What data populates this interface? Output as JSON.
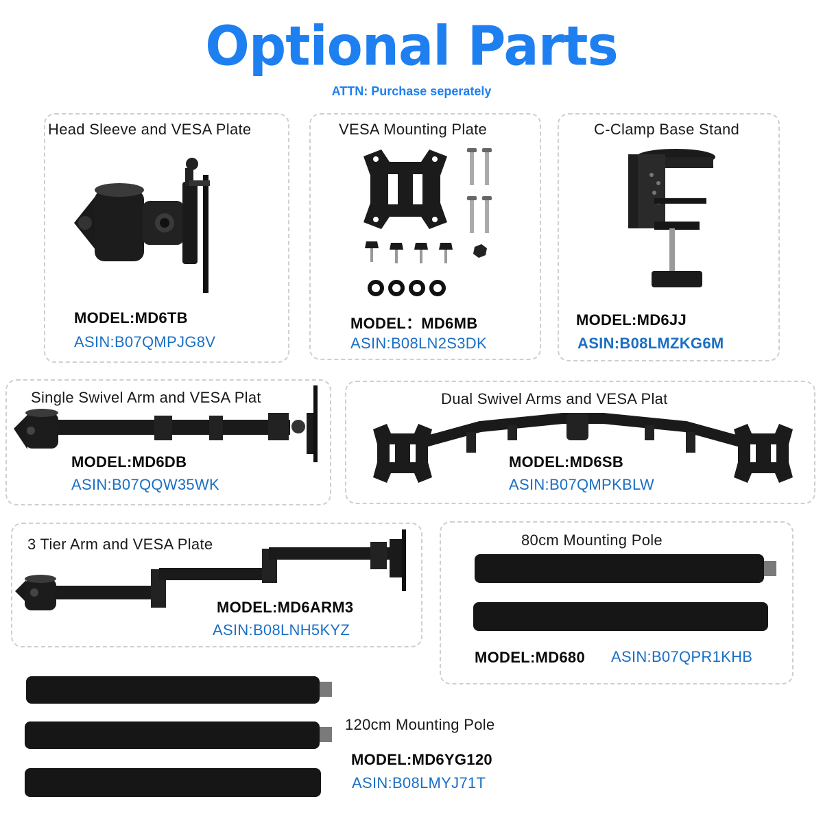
{
  "header": {
    "title": "Optional Parts",
    "subtitle": "ATTN: Purchase seperately"
  },
  "parts": [
    {
      "title": "Head Sleeve and VESA Plate",
      "model": "MODEL:MD6TB",
      "asin": "ASIN:B07QMPJG8V",
      "icon": "head-sleeve-icon"
    },
    {
      "title": "VESA Mounting Plate",
      "model": "MODEL：MD6MB",
      "asin": "ASIN:B08LN2S3DK",
      "icon": "vesa-plate-icon"
    },
    {
      "title": "C-Clamp Base Stand",
      "model": "MODEL:MD6JJ",
      "asin": "ASIN:B08LMZKG6M",
      "icon": "c-clamp-icon"
    },
    {
      "title": "Single Swivel Arm and VESA Plat",
      "model": "MODEL:MD6DB",
      "asin": "ASIN:B07QQW35WK",
      "icon": "single-arm-icon"
    },
    {
      "title": "Dual Swivel Arms and VESA Plat",
      "model": "MODEL:MD6SB",
      "asin": "ASIN:B07QMPKBLW",
      "icon": "dual-arm-icon"
    },
    {
      "title": "3 Tier Arm and VESA Plate",
      "model": "MODEL:MD6ARM3",
      "asin": "ASIN:B08LNH5KYZ",
      "icon": "three-tier-arm-icon"
    },
    {
      "title": "80cm Mounting Pole",
      "model": "MODEL:MD680",
      "asin": "ASIN:B07QPR1KHB",
      "icon": "pole-80cm-icon"
    },
    {
      "title": "120cm Mounting Pole",
      "model": "MODEL:MD6YG120",
      "asin": "ASIN:B08LMYJ71T",
      "icon": "pole-120cm-icon"
    }
  ],
  "colors": {
    "accent": "#1e7ff0",
    "asin": "#1a6fc4",
    "part": "#151515"
  }
}
